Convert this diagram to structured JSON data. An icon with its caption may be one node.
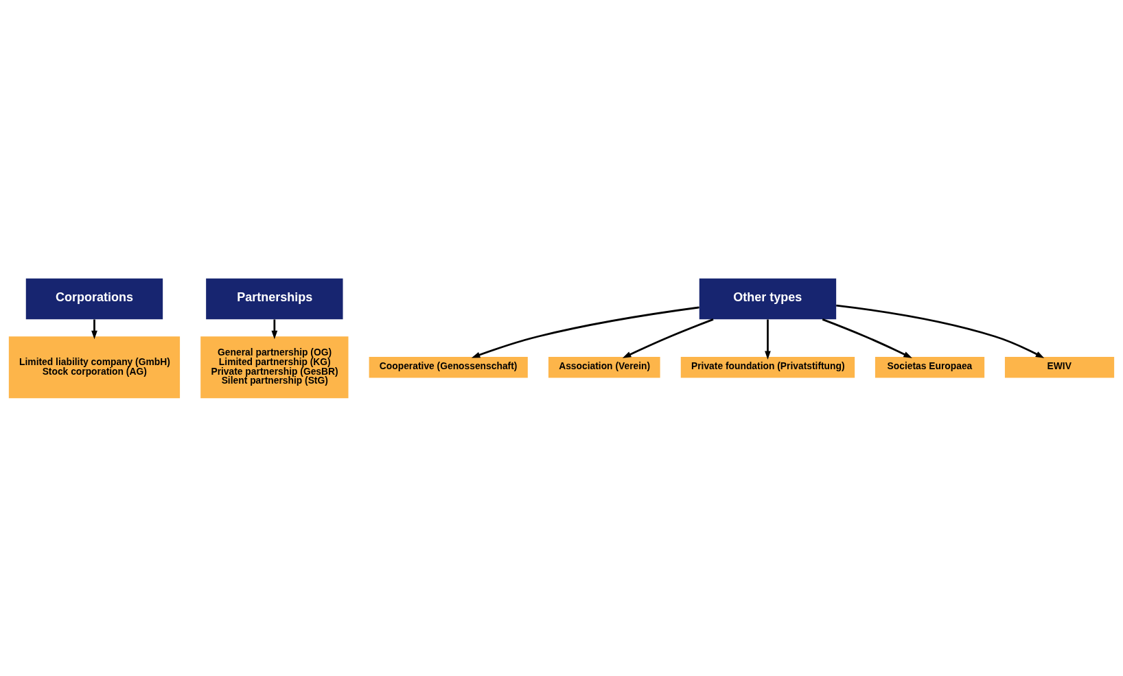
{
  "diagram": {
    "nodes": [
      {
        "text": [
          "Corporations"
        ]
      },
      {
        "text": [
          "Limited liability company (GmbH)",
          "Stock corporation (AG)"
        ]
      },
      {
        "text": [
          "Partnerships"
        ]
      },
      {
        "text": [
          "General partnership (OG)",
          "Limited partnership (KG)",
          "Private partnership (GesBR)",
          "Silent partnership (StG)"
        ]
      },
      {
        "text": [
          "Other types"
        ]
      },
      {
        "text": [
          "Cooperative (Genossenschaft)"
        ]
      },
      {
        "text": [
          "Association (Verein)"
        ]
      },
      {
        "text": [
          "Private foundation (Privatstiftung)"
        ]
      },
      {
        "text": [
          "Societas Europaea"
        ]
      },
      {
        "text": [
          "EWIV"
        ]
      }
    ],
    "edges": [
      {
        "from": 0,
        "to": 1,
        "arrow": "to"
      },
      {
        "from": 2,
        "to": 3,
        "arrow": "to"
      },
      {
        "from": 4,
        "to": 5,
        "arrow": "to"
      },
      {
        "from": 4,
        "to": 6,
        "arrow": "to"
      },
      {
        "from": 4,
        "to": 7,
        "arrow": "to"
      },
      {
        "from": 4,
        "to": 8,
        "arrow": "to"
      },
      {
        "from": 4,
        "to": 9,
        "arrow": "to"
      }
    ]
  }
}
